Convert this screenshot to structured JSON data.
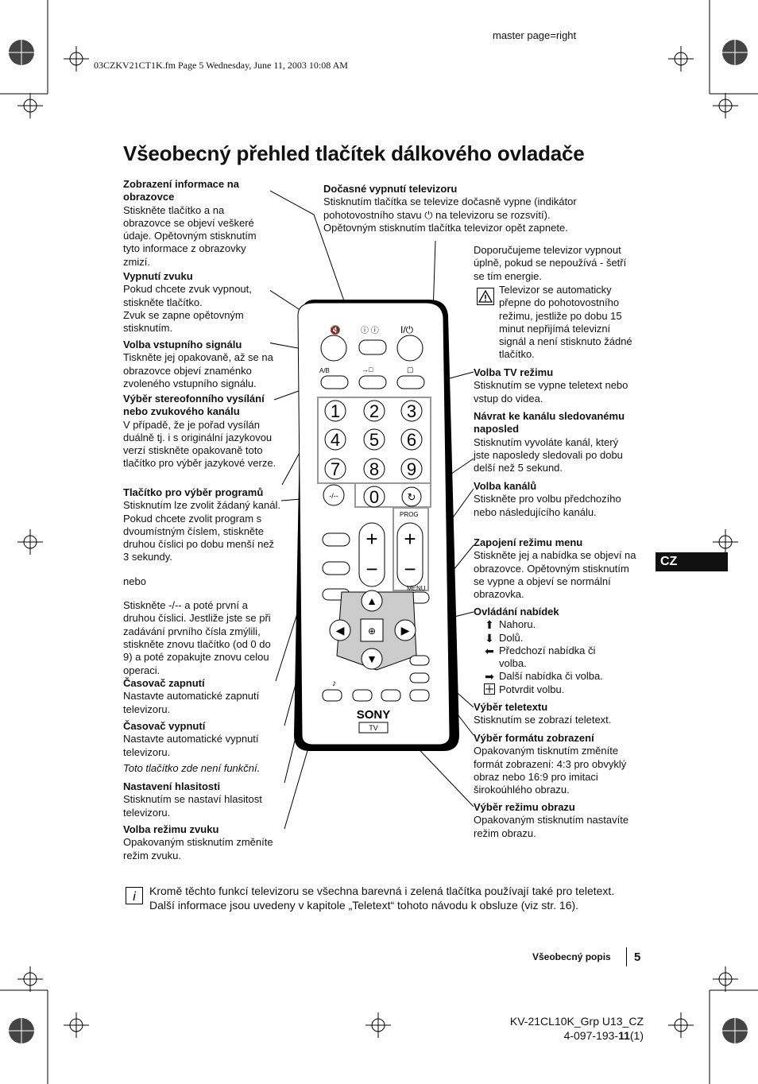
{
  "header": {
    "file_info": "03CZKV21CT1K.fm  Page 5  Wednesday, June 11, 2003  10:08 AM",
    "master_page": "master page=right"
  },
  "title": "Všeobecný přehled tlačítek dálkového ovladače",
  "left": [
    {
      "title": "Zobrazení informace na obrazovce",
      "lines": [
        "Stiskněte tlačítko a na obrazovce se objeví veškeré údaje. Opětovným stisknutím tyto informace z obrazovky zmizí."
      ]
    },
    {
      "title": "Vypnutí zvuku",
      "lines": [
        "Pokud chcete zvuk vypnout, stiskněte tlačítko.",
        "Zvuk se zapne opětovným stisknutím."
      ]
    },
    {
      "title": "Volba vstupního signálu",
      "lines": [
        "Tiskněte jej opakovaně, až se na obrazovce objeví znaménko zvoleného vstupního signálu."
      ]
    },
    {
      "title": "Výběr stereofonního vysílání nebo zvukového kanálu",
      "lines": [
        "V případě, že je pořad vysílán duálně tj. i s originální jazykovou verzí stiskněte opakovaně toto tlačítko pro výběr jazykové verze."
      ]
    },
    {
      "title": "Tlačítko pro výběr programů",
      "lines": [
        "Stisknutím lze zvolit žádaný kanál.",
        "Pokud chcete zvolit program s dvoumístným číslem, stiskněte druhou číslici po dobu menší než 3 sekundy.",
        "nebo",
        "Stiskněte -/-- a poté první a druhou číslici. Jestliže jste se při zadávání prvního čísla zmýlili, stiskněte znovu tlačítko (od 0 do 9) a poté zopakujte znovu celou operaci."
      ]
    },
    {
      "title": "Časovač zapnutí",
      "lines": [
        "Nastavte automatické zapnutí televizoru."
      ]
    },
    {
      "title": "Časovač vypnutí",
      "lines": [
        "Nastavte automatické vypnutí televizoru.",
        "Toto tlačítko zde není funkční."
      ]
    },
    {
      "title": "Nastavení hlasitosti",
      "lines": [
        "Stisknutím se nastaví hlasitost televizoru."
      ]
    },
    {
      "title": "Volba režimu zvuku",
      "lines": [
        "Opakovaným stisknutím změníte režim zvuku."
      ]
    }
  ],
  "right": {
    "standby": {
      "title": "Dočasné vypnutí televizoru",
      "lines": [
        "Stisknutím tlačítka se televize dočasně vypne (indikátor pohotovostního stavu ⏻ na televizoru se rozsvítí).",
        "Opětovným stisknutím tlačítka televizor opět zapnete."
      ]
    },
    "recommend": "Doporučujeme televizor vypnout úplně, pokud se nepoužívá - šetří se tím energie.",
    "warning": "Televizor se automaticky přepne do pohotovostního režimu, jestliže po dobu 15 minut nepřijímá televizní signál a není stisknuto žádné tlačítko.",
    "blocks": [
      {
        "title": "Volba TV režimu",
        "lines": [
          "Stisknutím se vypne teletext nebo vstup do videa."
        ]
      },
      {
        "title": "Návrat ke kanálu sledovanému naposled",
        "lines": [
          "Stisknutím vyvoláte kanál, který jste naposledy sledovali po dobu delší než 5 sekund."
        ]
      },
      {
        "title": "Volba kanálů",
        "lines": [
          "Stiskněte pro volbu předchozího nebo následujícího kanálu."
        ]
      },
      {
        "title": "Zapojení režimu menu",
        "lines": [
          "Stiskněte jej a nabídka se objeví na obrazovce. Opětovným stisknutím se vypne a objeví se normální obrazovka."
        ]
      }
    ],
    "nav": {
      "title": "Ovládání nabídek",
      "items": [
        {
          "icon": "arrow-up-icon",
          "text": "Nahoru."
        },
        {
          "icon": "arrow-down-icon",
          "text": "Dolů."
        },
        {
          "icon": "arrow-left-icon",
          "text": "Předchozí nabídka či volba."
        },
        {
          "icon": "arrow-right-icon",
          "text": "Další nabídka či volba."
        },
        {
          "icon": "ok-icon",
          "text": "Potvrdit volbu."
        }
      ]
    },
    "blocks2": [
      {
        "title": "Výběr teletextu",
        "lines": [
          "Stisknutím se zobrazí teletext."
        ]
      },
      {
        "title": "Výběr formátu zobrazení",
        "lines": [
          "Opakovaným tisknutím změníte formát zobrazení: 4:3 pro obvyklý obraz nebo 16:9 pro imitaci širokoúhlého obrazu."
        ]
      },
      {
        "title": "Výběr režimu obrazu",
        "lines": [
          "Opakovaným stisknutím nastavíte režim obrazu."
        ]
      }
    ]
  },
  "lang_tab": "CZ",
  "note": "Kromě těchto funkcí televizoru se všechna barevná i zelená tlačítka používají také pro teletext. Další informace jsou uvedeny v kapitole „Teletext“ tohoto návodu k obsluze (viz str. 16).",
  "remote": {
    "brand": "SONY",
    "tv_label": "TV",
    "ab_label": "A/B",
    "prog_label": "PROG",
    "menu_label": "MENU",
    "dash_label": "-/--",
    "digits": [
      "1",
      "2",
      "3",
      "4",
      "5",
      "6",
      "7",
      "8",
      "9",
      "0"
    ]
  },
  "footer": {
    "section": "Všeobecný popis",
    "page": "5",
    "model": "KV-21CL10K_Grp U13_CZ",
    "code_prefix": "4-097-193-",
    "code_bold": "11",
    "code_suffix": "(1)"
  }
}
